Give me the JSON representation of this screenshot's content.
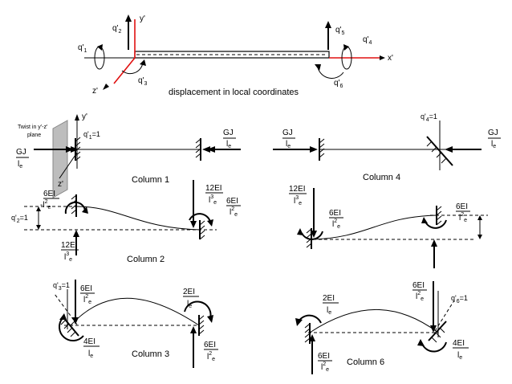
{
  "top": {
    "caption": "displacement in local coordinates",
    "axis_y": "y'",
    "axis_x": "x'",
    "axis_z": "z'",
    "dofs": [
      "q'",
      "q'",
      "q'",
      "q'",
      "q'",
      "q'"
    ],
    "subs": [
      "1",
      "2",
      "3",
      "4",
      "5",
      "6"
    ]
  },
  "col1": {
    "title": "Column 1",
    "twist1": "Twist in y'-z'",
    "twist2": "plane",
    "q": "q'",
    "q_sub": "1",
    "q_val": "=1",
    "y": "y'",
    "z": "z'",
    "gj": "GJ",
    "le": "l",
    "e": "e"
  },
  "col4": {
    "title": "Column 4",
    "q": "q'",
    "q_sub": "4",
    "q_val": "=1",
    "gj": "GJ",
    "le": "l",
    "e": "e"
  },
  "col2": {
    "title": "Column 2",
    "q": "q'",
    "q_sub": "2",
    "q_val": "=1",
    "ei6": "6EI",
    "ei12": "12EI",
    "le": "l",
    "e": "e",
    "p2": "2",
    "p3": "3",
    "minus": "-"
  },
  "col5": {
    "ei6": "6EI",
    "ei12": "12EI",
    "le": "l",
    "e": "e",
    "p2": "2",
    "p3": "3"
  },
  "col3": {
    "title": "Column 3",
    "q": "q'",
    "q_sub": "3",
    "q_val": "=1",
    "ei6": "6EI",
    "ei2": "2EI",
    "ei4": "4EI",
    "le": "l",
    "e": "e",
    "p2": "2"
  },
  "col6": {
    "title": "Column 6",
    "q": "q'",
    "q_sub": "6",
    "q_val": "=1",
    "ei6": "6EI",
    "ei2": "2EI",
    "ei4": "4EI",
    "le": "l",
    "e": "e",
    "p2": "2"
  }
}
